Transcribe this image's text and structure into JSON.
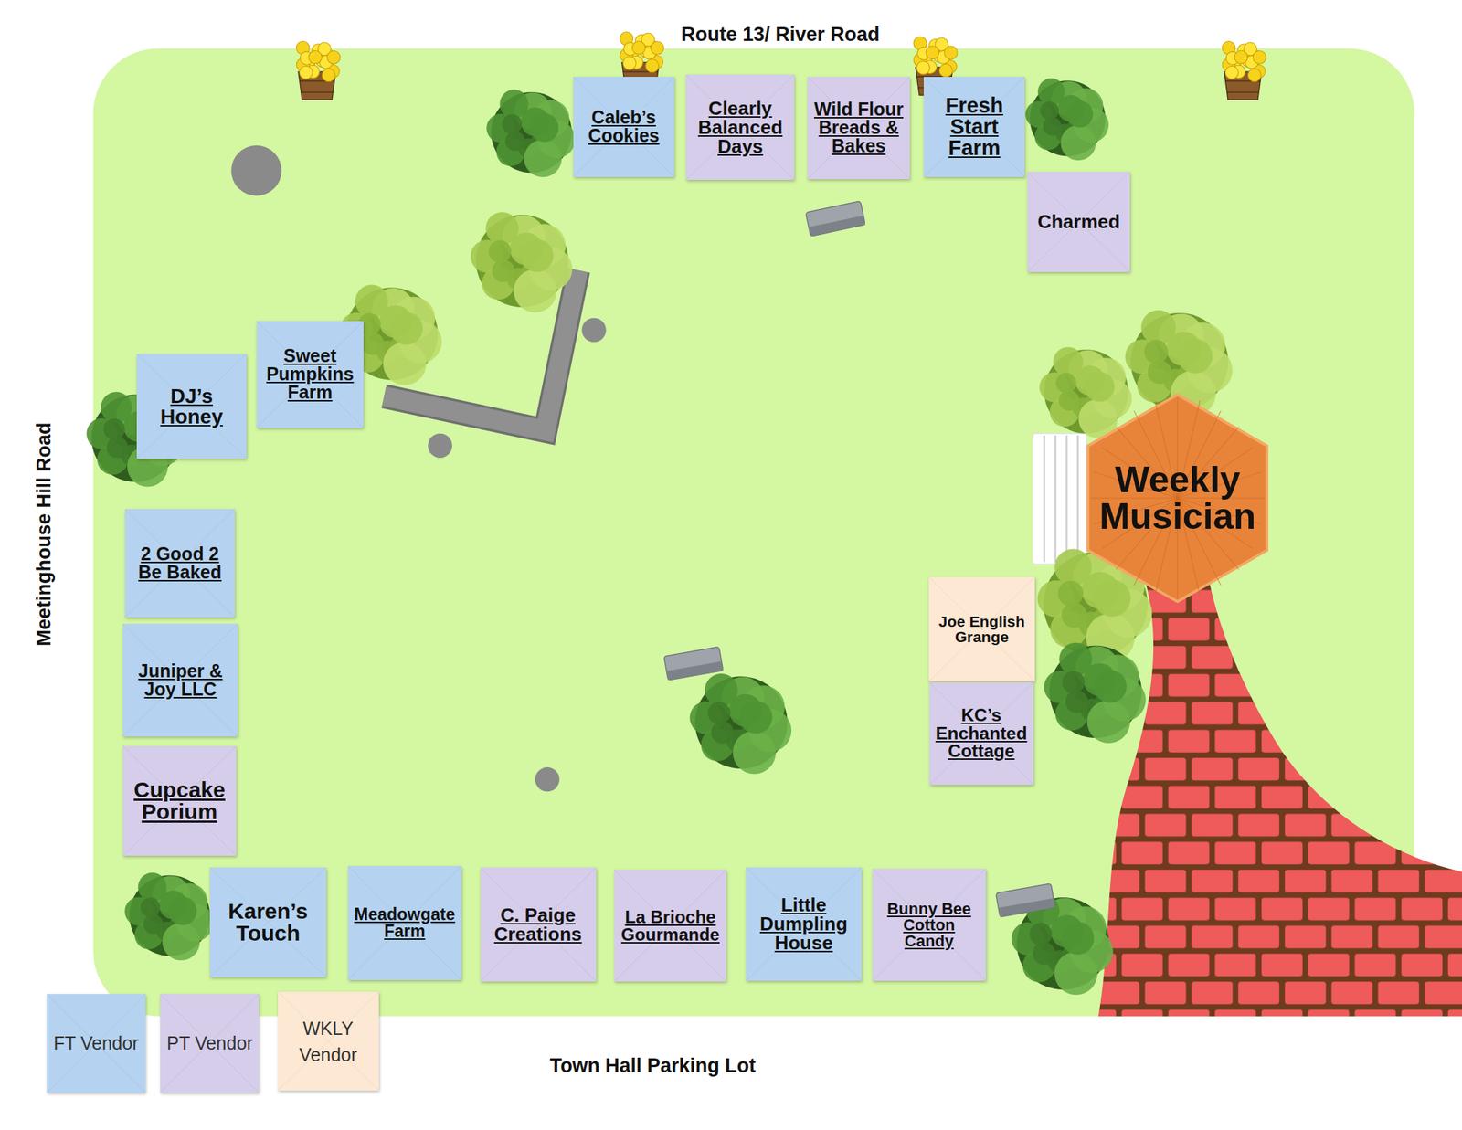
{
  "diagram": {
    "nodes": [
      {
        "text": [
          "Caleb’s Cookies"
        ]
      },
      {
        "text": [
          "Clearly Balanced Days"
        ]
      },
      {
        "text": [
          "Wild Flour Breads & Bakes"
        ]
      },
      {
        "text": [
          "Fresh Start Farm"
        ]
      },
      {
        "text": [
          "Charmed"
        ]
      },
      {
        "text": [
          "Sweet Pumpkins Farm"
        ]
      },
      {
        "text": [
          "DJ’s Honey"
        ]
      },
      {
        "text": [
          "Weekly Musician"
        ]
      },
      {
        "text": [
          "2 Good 2 Be Baked"
        ]
      },
      {
        "text": [
          "Joe English Grange"
        ]
      },
      {
        "text": [
          "Juniper & Joy LLC"
        ]
      },
      {
        "text": [
          "KC’s Enchanted Cottage"
        ]
      },
      {
        "text": [
          "Cupcake Porium"
        ]
      },
      {
        "text": [
          "Karen’s Touch"
        ]
      },
      {
        "text": [
          "Meadowgate Farm"
        ]
      },
      {
        "text": [
          "C. Paige Creations"
        ]
      },
      {
        "text": [
          "La Brioche Gourmande"
        ]
      },
      {
        "text": [
          "Little Dumpling House"
        ]
      },
      {
        "text": [
          "Bunny Bee Cotton Candy"
        ]
      }
    ],
    "labels": [
      "Route 13/ River Road",
      "Meetinghouse Hill Road",
      "Town Hall Parking Lot"
    ],
    "legend": [
      {
        "text": "FT Vendor",
        "color": "#b5d3f0"
      },
      {
        "text": "PT Vendor",
        "color": "#d5cdea"
      },
      {
        "text": "WKLY Vendor",
        "color": "#fde8d3"
      }
    ]
  }
}
